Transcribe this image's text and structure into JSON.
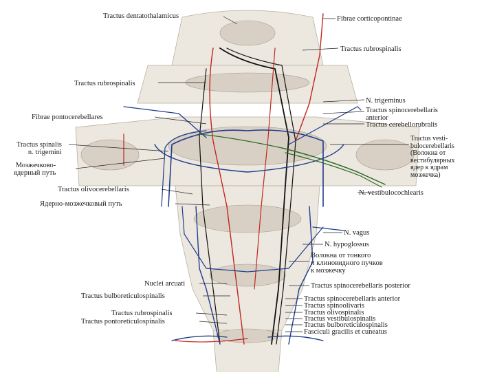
{
  "labels_left": [
    {
      "id": "dentatothalamicus",
      "text": "Tractus dentatothalamicus"
    },
    {
      "id": "rubrospinalis-l",
      "text": "Tractus rubrospinalis"
    },
    {
      "id": "pontocerebellares",
      "text": "Fibrae pontocerebellares"
    },
    {
      "id": "spinalis-trigemini",
      "text": "Tractus spinalis\nn. trigemini"
    },
    {
      "id": "mozzhechkovo",
      "text": "Мозжечково-\nядерный путь"
    },
    {
      "id": "olivocerebellaris",
      "text": "Tractus olivocerebellaris"
    },
    {
      "id": "yaderno",
      "text": "Ядерно-мозжечковый путь"
    },
    {
      "id": "nuclei-arcuati",
      "text": "Nuclei arcuati"
    },
    {
      "id": "bulboreticulospinalis-l",
      "text": "Tractus bulboreticulospinalis"
    },
    {
      "id": "rubrospinalis-l2",
      "text": "Tractus rubrospinalis"
    },
    {
      "id": "pontoreticulospinalis",
      "text": "Tractus pontoreticulospinalis"
    }
  ],
  "labels_right": [
    {
      "id": "corticopontinae",
      "text": "Fibrae corticopontinae"
    },
    {
      "id": "rubrospinalis-r",
      "text": "Tractus rubrospinalis"
    },
    {
      "id": "trigeminus",
      "text": "N. trigeminus"
    },
    {
      "id": "spinocerebellaris-ant-top",
      "text": "Tractus spinocerebellaris\nanterior"
    },
    {
      "id": "cerebellorubralis",
      "text": "Tractus cerebellorubralis"
    },
    {
      "id": "vestibulocerebellaris",
      "text": "Tractus vesti-\nbulocerebellaris\n(Волокна от\nвестибулярных\nядер к ядрам\nмозжечка)"
    },
    {
      "id": "vestibulocochlearis",
      "text": "N. vestibulocochlearis"
    },
    {
      "id": "vagus",
      "text": "N. vagus"
    },
    {
      "id": "hypoglossus",
      "text": "N. hypoglossus"
    },
    {
      "id": "volokna",
      "text": "Волокна от тонкого\nи клиновидного пучков\nк мозжечку"
    },
    {
      "id": "spinocerebellaris-post",
      "text": "Tractus spinocerebellaris posterior"
    },
    {
      "id": "spinocerebellaris-ant",
      "text": "Tractus spinocerebellaris anterior"
    },
    {
      "id": "spinoolivaris",
      "text": "Tractus spinoolivaris"
    },
    {
      "id": "olivospinalis",
      "text": "Tractus olivospinalis"
    },
    {
      "id": "vestibulospinalis",
      "text": "Tractus vestibulospinalis"
    },
    {
      "id": "bulboreticulospinalis-r",
      "text": "Tractus bulboreticulospinalis"
    },
    {
      "id": "gracilis-cuneatus",
      "text": "Fasciculi gracilis et cuneatus"
    }
  ],
  "colors": {
    "tissue": "#ece7df",
    "tissue_dark": "#d8d0c4",
    "tract_blue": "#1f3c8c",
    "tract_red": "#c0271f",
    "tract_black": "#111111",
    "tract_green": "#2f6b2a",
    "leader": "#222222"
  }
}
